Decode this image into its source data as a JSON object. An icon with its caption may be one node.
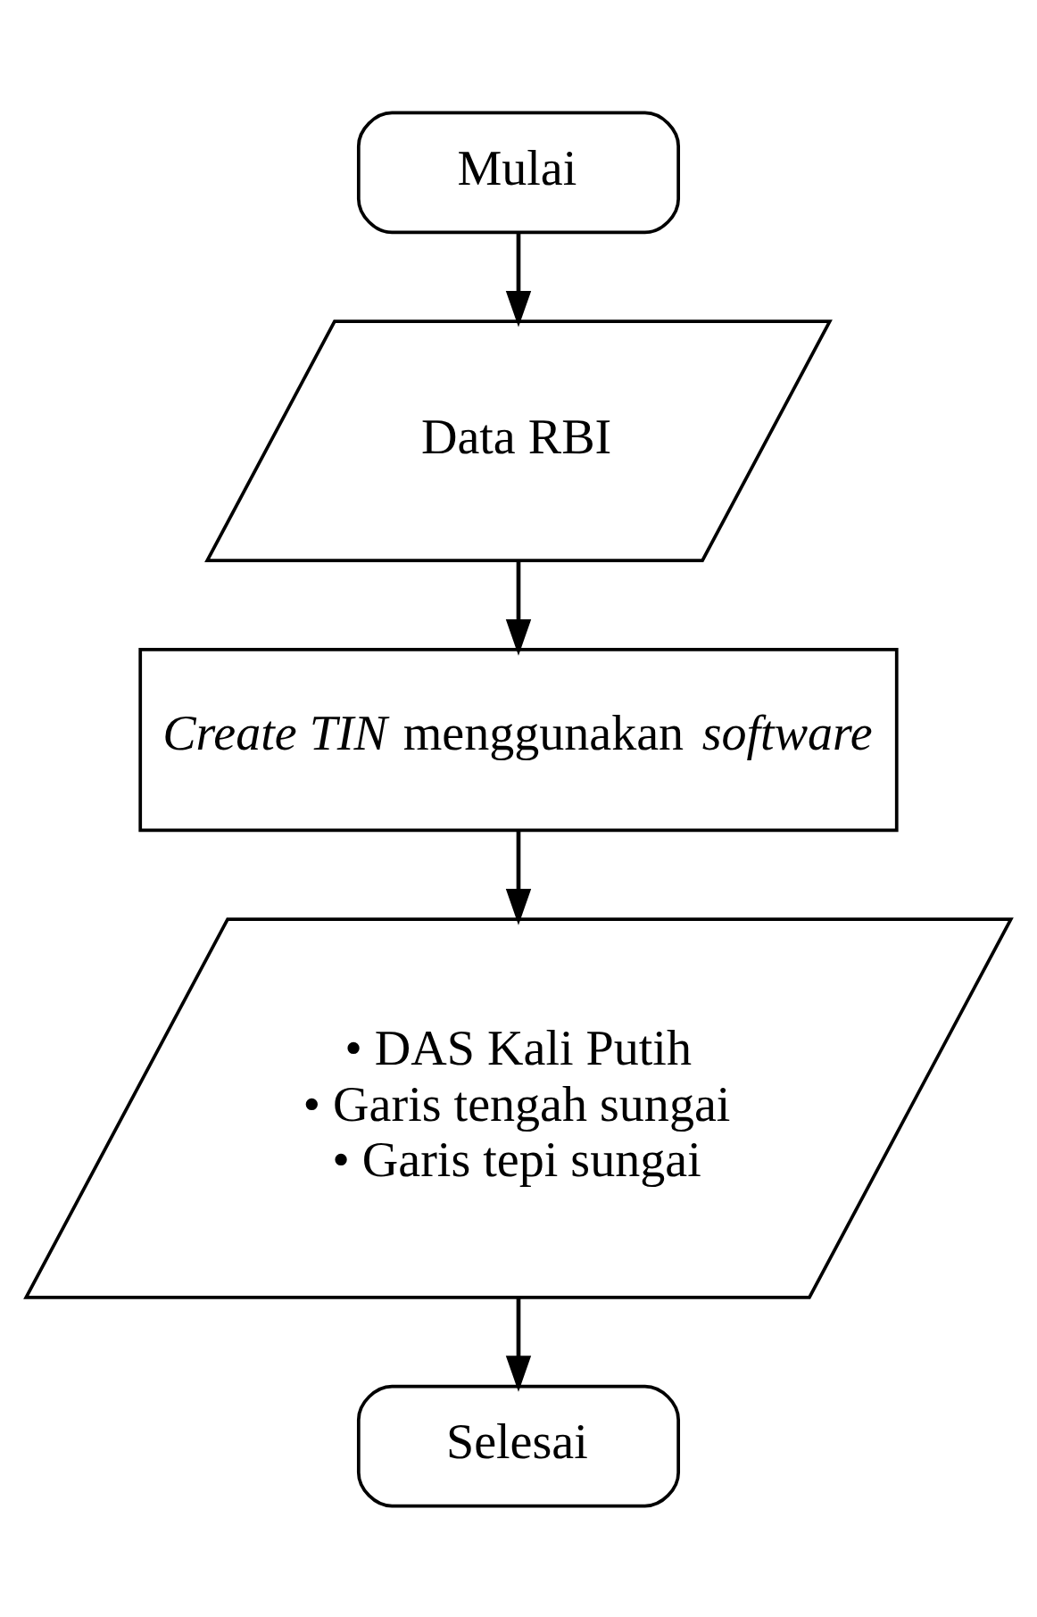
{
  "diagram": {
    "nodes": [
      {
        "text": [
          "Mulai"
        ]
      },
      {
        "text": [
          "Data RBI"
        ]
      },
      {
        "text": [
          "*Create TIN* menggunakan *software*"
        ]
      },
      {
        "text": [
          "• DAS Kali Putih",
          "• Garis tengah sungai",
          "• Garis tepi sungai"
        ]
      },
      {
        "text": [
          "Selesai"
        ]
      }
    ],
    "edges": [
      {
        "from": 0,
        "to": 1,
        "arrow": "to"
      },
      {
        "from": 1,
        "to": 2,
        "arrow": "to"
      },
      {
        "from": 2,
        "to": 3,
        "arrow": "to"
      },
      {
        "from": 3,
        "to": 4,
        "arrow": "to"
      }
    ]
  }
}
